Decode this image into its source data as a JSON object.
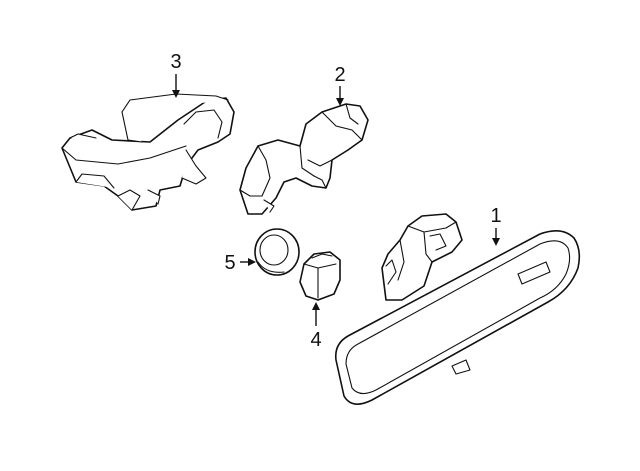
{
  "callouts": [
    {
      "id": "1",
      "label": "1"
    },
    {
      "id": "2",
      "label": "2"
    },
    {
      "id": "3",
      "label": "3"
    },
    {
      "id": "4",
      "label": "4"
    },
    {
      "id": "5",
      "label": "5"
    }
  ],
  "colors": {
    "line": "#111111",
    "fill": "#ffffff"
  }
}
